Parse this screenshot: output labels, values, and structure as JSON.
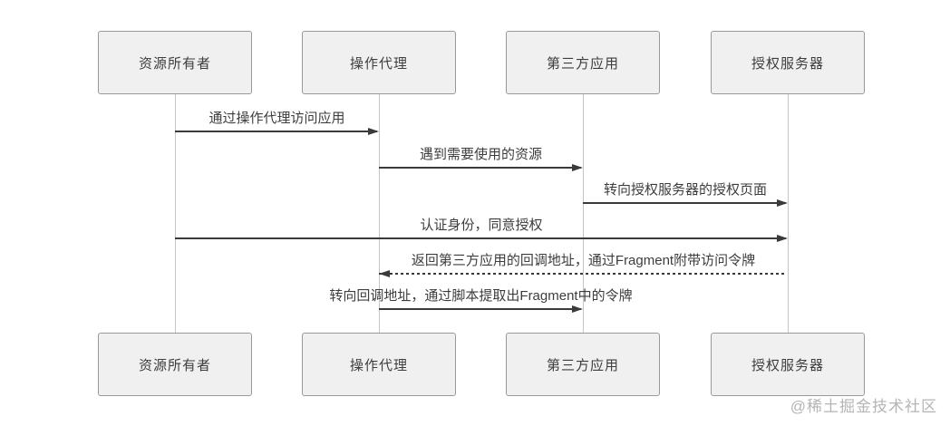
{
  "diagram": {
    "type": "sequence-diagram",
    "actors": [
      {
        "label": "资源所有者"
      },
      {
        "label": "操作代理"
      },
      {
        "label": "第三方应用"
      },
      {
        "label": "授权服务器"
      }
    ],
    "messages": [
      {
        "label": "通过操作代理访问应用",
        "from": 0,
        "to": 1,
        "style": "solid"
      },
      {
        "label": "遇到需要使用的资源",
        "from": 1,
        "to": 2,
        "style": "solid"
      },
      {
        "label": "转向授权服务器的授权页面",
        "from": 2,
        "to": 3,
        "style": "solid"
      },
      {
        "label": "认证身份，同意授权",
        "from": 0,
        "to": 3,
        "style": "solid"
      },
      {
        "label": "返回第三方应用的回调地址，通过Fragment附带访问令牌",
        "from": 3,
        "to": 1,
        "style": "dashed"
      },
      {
        "label": "转向回调地址，通过脚本提取出Fragment中的令牌",
        "from": 1,
        "to": 2,
        "style": "solid"
      }
    ],
    "watermark": "@稀土掘金技术社区",
    "colors": {
      "background": "#ffffff",
      "box_fill": "#f0f0f0",
      "box_border": "#999999",
      "text": "#3d3d3d",
      "arrow": "#3a3a3a",
      "lifeline": "#c6c6c6",
      "watermark": "#b5b5b5"
    }
  }
}
